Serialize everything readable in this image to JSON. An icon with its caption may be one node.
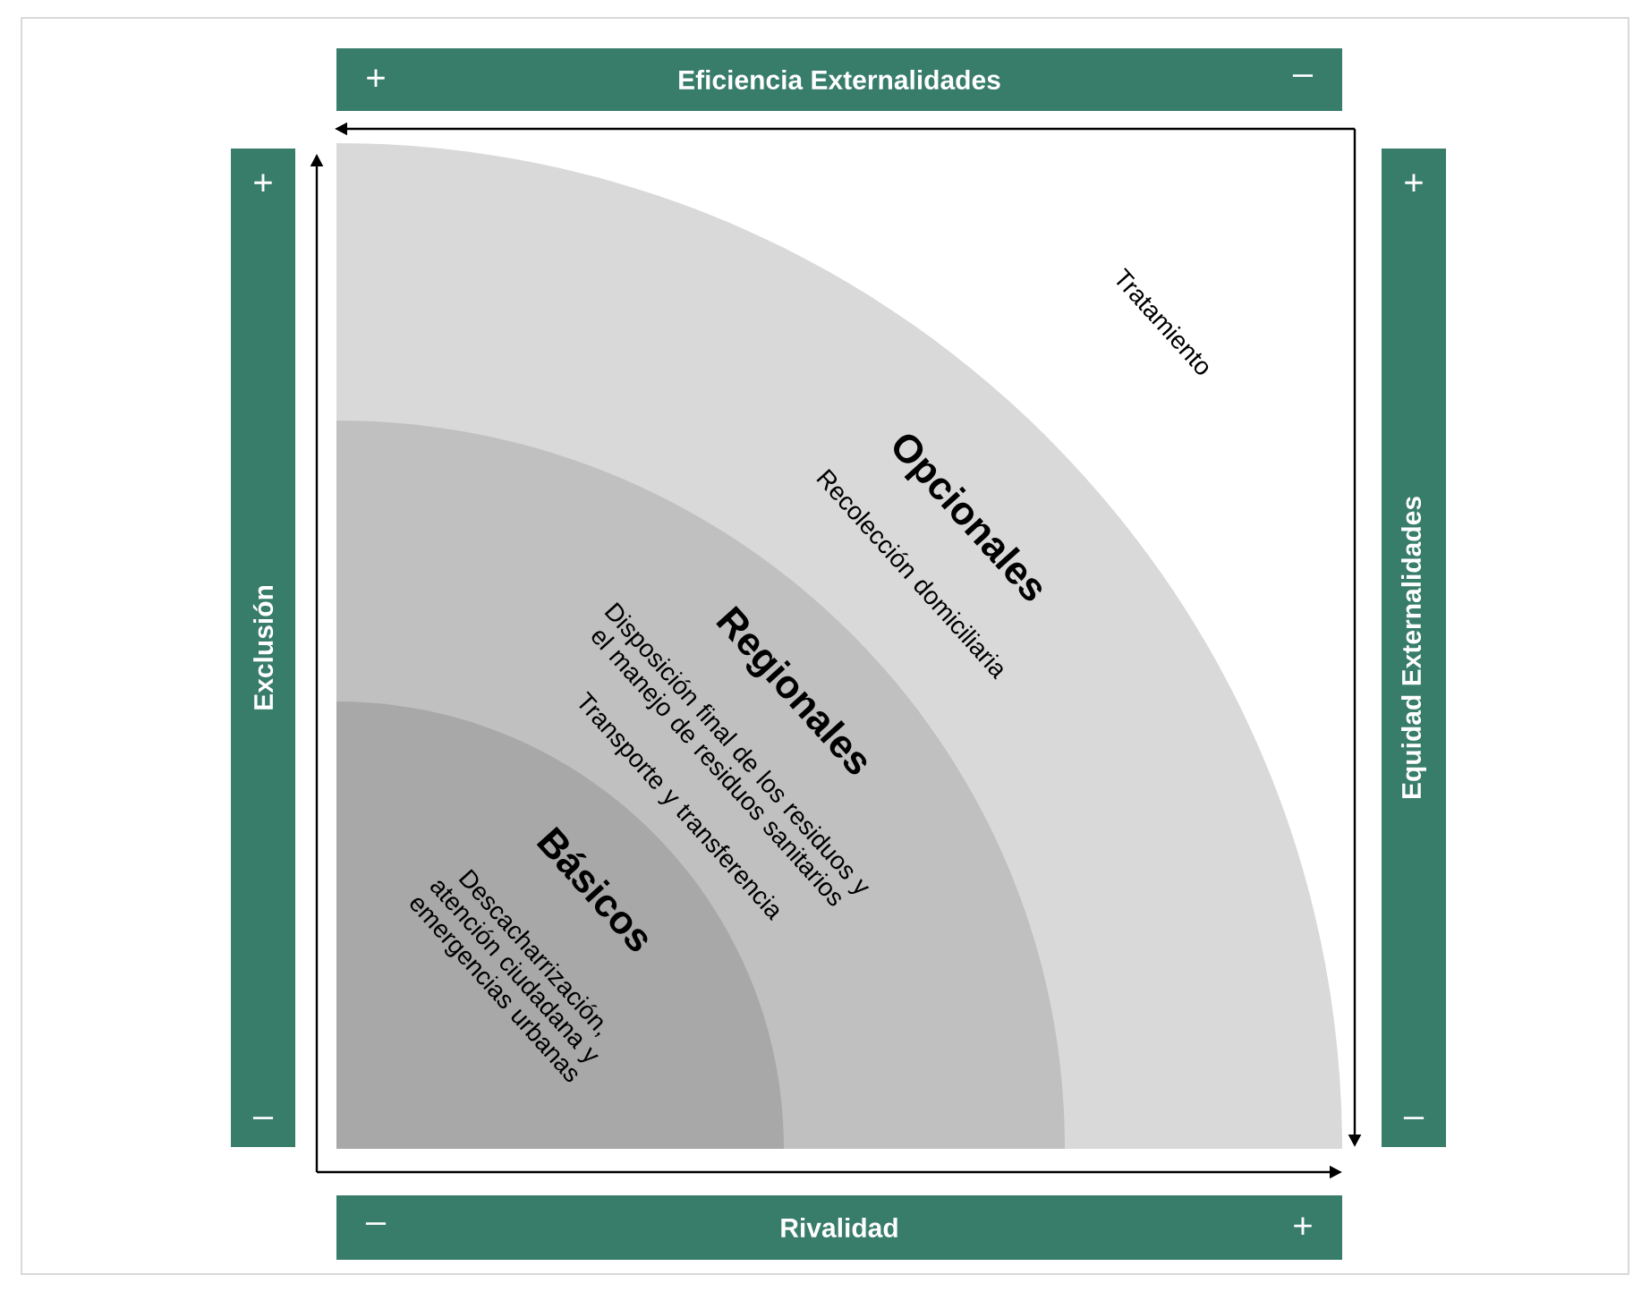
{
  "diagram": {
    "nodes": [
      {
        "text": [
          "+",
          "Eficiencia Externalidades",
          "–"
        ]
      },
      {
        "text": [
          "+",
          "Exclusión",
          "–"
        ]
      },
      {
        "text": [
          "+",
          "Equidad Externalidades",
          "–"
        ]
      },
      {
        "text": [
          "–",
          "Rivalidad",
          "+"
        ]
      },
      {
        "text": [
          "Opcionales",
          "Recolección domiciliaria"
        ]
      },
      {
        "text": [
          "Regionales",
          "Disposición final de los residuos y el manejo de residuos sanitarios",
          "Transporte y transferencia"
        ],
        "in": 4
      },
      {
        "text": [
          "Básicos",
          "Descacharrización, atención ciudadana y emergencias urbanas"
        ],
        "in": 5
      }
    ],
    "labels": [
      "Tratamiento"
    ]
  }
}
